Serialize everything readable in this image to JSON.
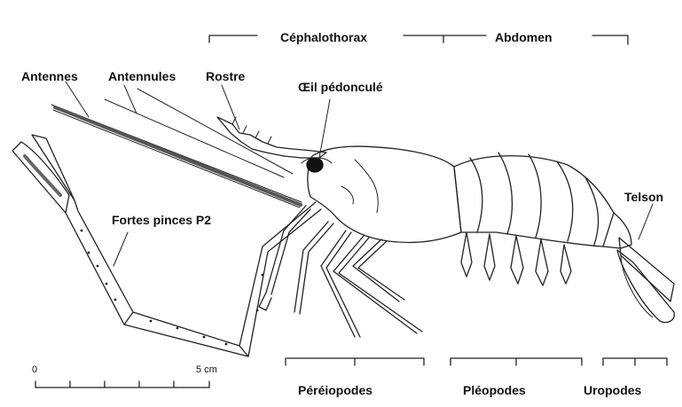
{
  "labels": {
    "cephalothorax": "Céphalothorax",
    "abdomen": "Abdomen",
    "antennes": "Antennes",
    "antennules": "Antennules",
    "rostre": "Rostre",
    "oeil": "Œil pédonculé",
    "telson": "Telson",
    "pinces": "Fortes pinces P2",
    "pereiopodes": "Péréiopodes",
    "pleopodes": "Pléopodes",
    "uropodes": "Uropodes"
  },
  "scale": {
    "start": "0",
    "end": "5 cm"
  }
}
